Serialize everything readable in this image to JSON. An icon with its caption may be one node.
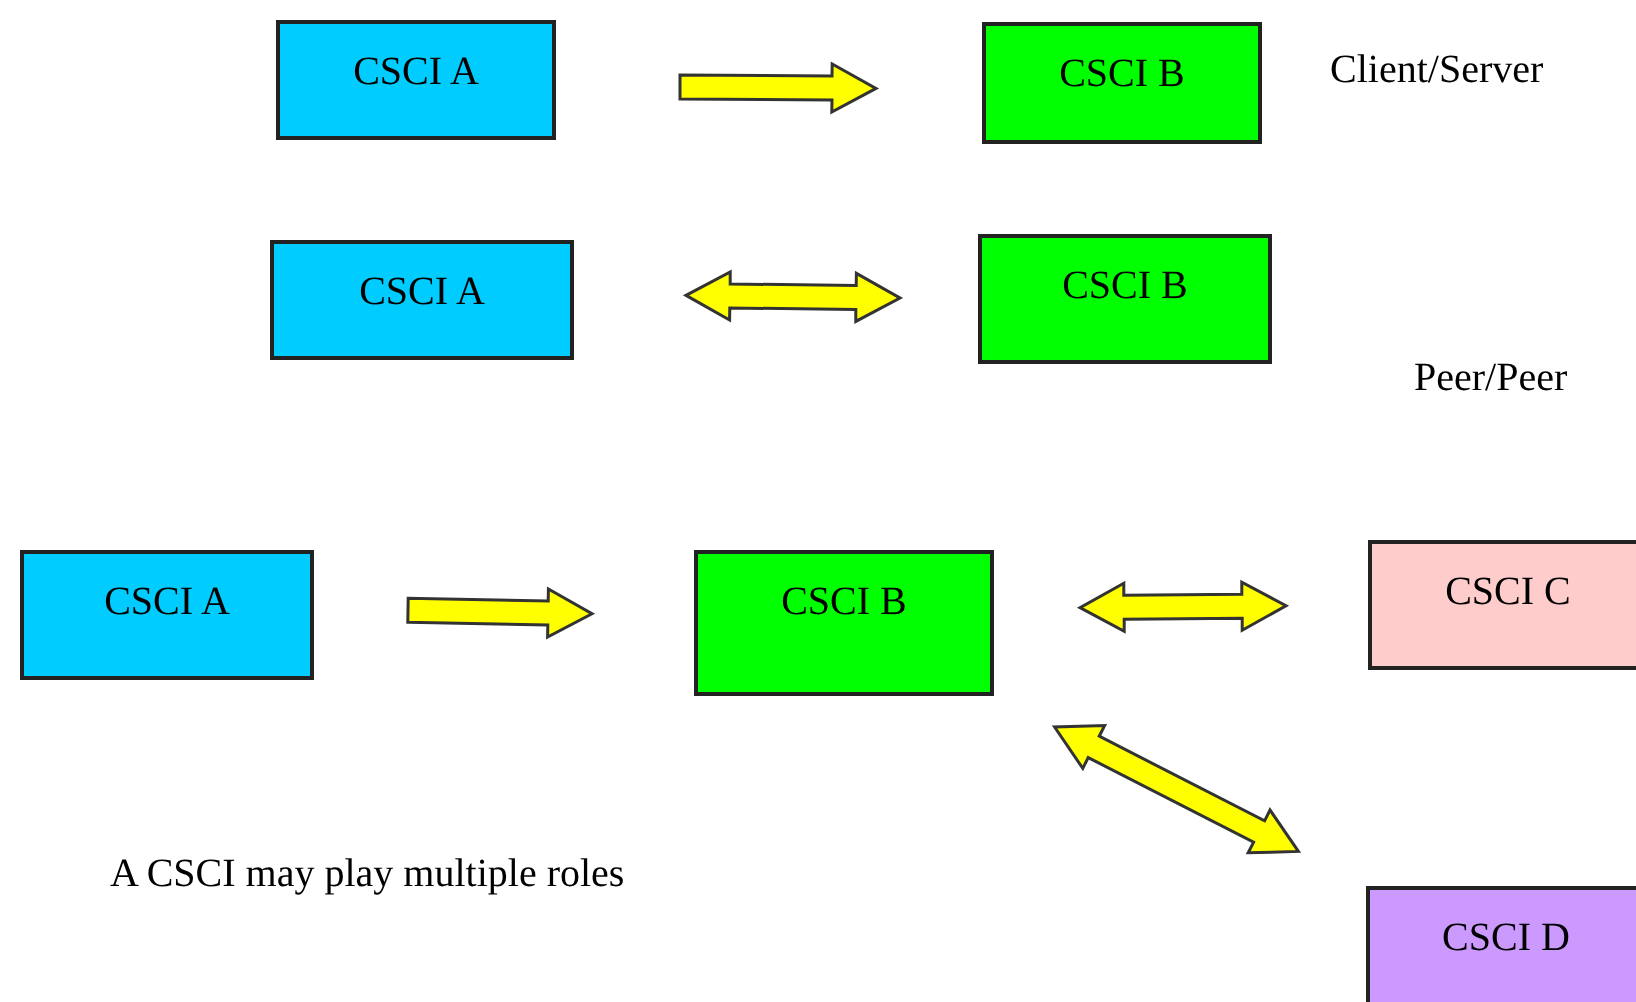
{
  "diagram": {
    "nodes": [
      {
        "text": [
          "CSCI A"
        ]
      },
      {
        "text": [
          "CSCI B"
        ]
      },
      {
        "text": [
          "CSCI A"
        ]
      },
      {
        "text": [
          "CSCI B"
        ]
      },
      {
        "text": [
          "CSCI A"
        ]
      },
      {
        "text": [
          "CSCI B"
        ]
      },
      {
        "text": [
          "CSCI C"
        ]
      },
      {
        "text": [
          "CSCI D"
        ]
      }
    ],
    "edges": [
      {
        "from": 0,
        "to": 1,
        "arrow": "to"
      },
      {
        "from": 2,
        "to": 3,
        "arrow": "both"
      },
      {
        "from": 4,
        "to": 5,
        "arrow": "to"
      },
      {
        "from": 5,
        "to": 6,
        "arrow": "both"
      },
      {
        "from": 5,
        "to": 7,
        "arrow": "both"
      }
    ],
    "labels": [
      "Client/Server",
      "Peer/Peer",
      "A CSCI may play multiple roles"
    ]
  }
}
